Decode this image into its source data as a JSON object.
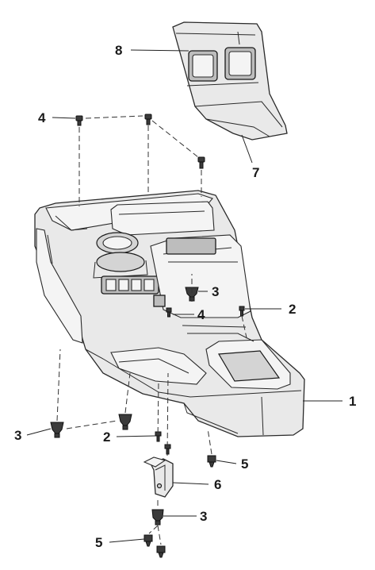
{
  "callouts": {
    "c1": "1",
    "c2a": "2",
    "c2b": "2",
    "c3a": "3",
    "c3b": "3",
    "c3c": "3",
    "c4a": "4",
    "c4b": "4",
    "c5a": "5",
    "c5b": "5",
    "c6": "6",
    "c7": "7",
    "c8": "8"
  }
}
